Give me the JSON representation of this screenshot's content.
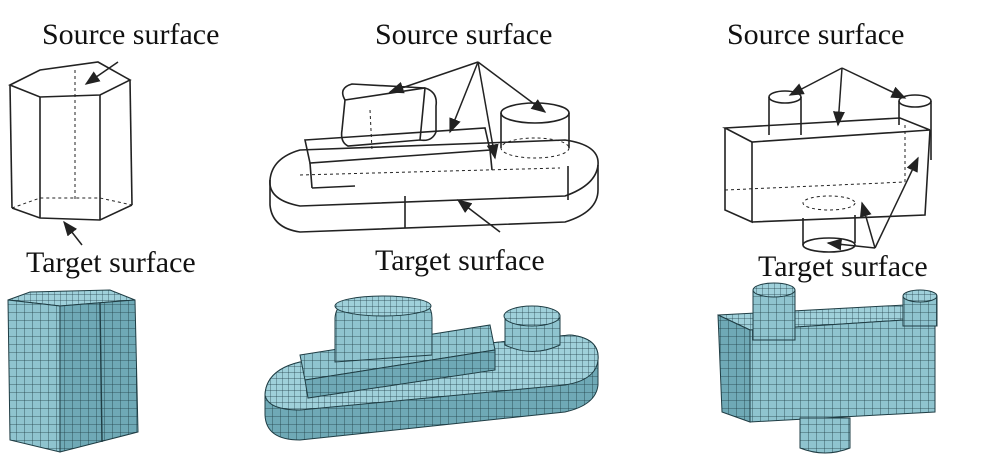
{
  "panels": [
    {
      "source_label": "Source surface",
      "target_label": "Target surface"
    },
    {
      "source_label": "Source surface",
      "target_label": "Target surface"
    },
    {
      "source_label": "Source surface",
      "target_label": "Target surface"
    }
  ],
  "colors": {
    "mesh_face": "#8fc4cf",
    "mesh_dark": "#5a9aa8",
    "mesh_line": "#1f3d44",
    "wire": "#222222"
  }
}
